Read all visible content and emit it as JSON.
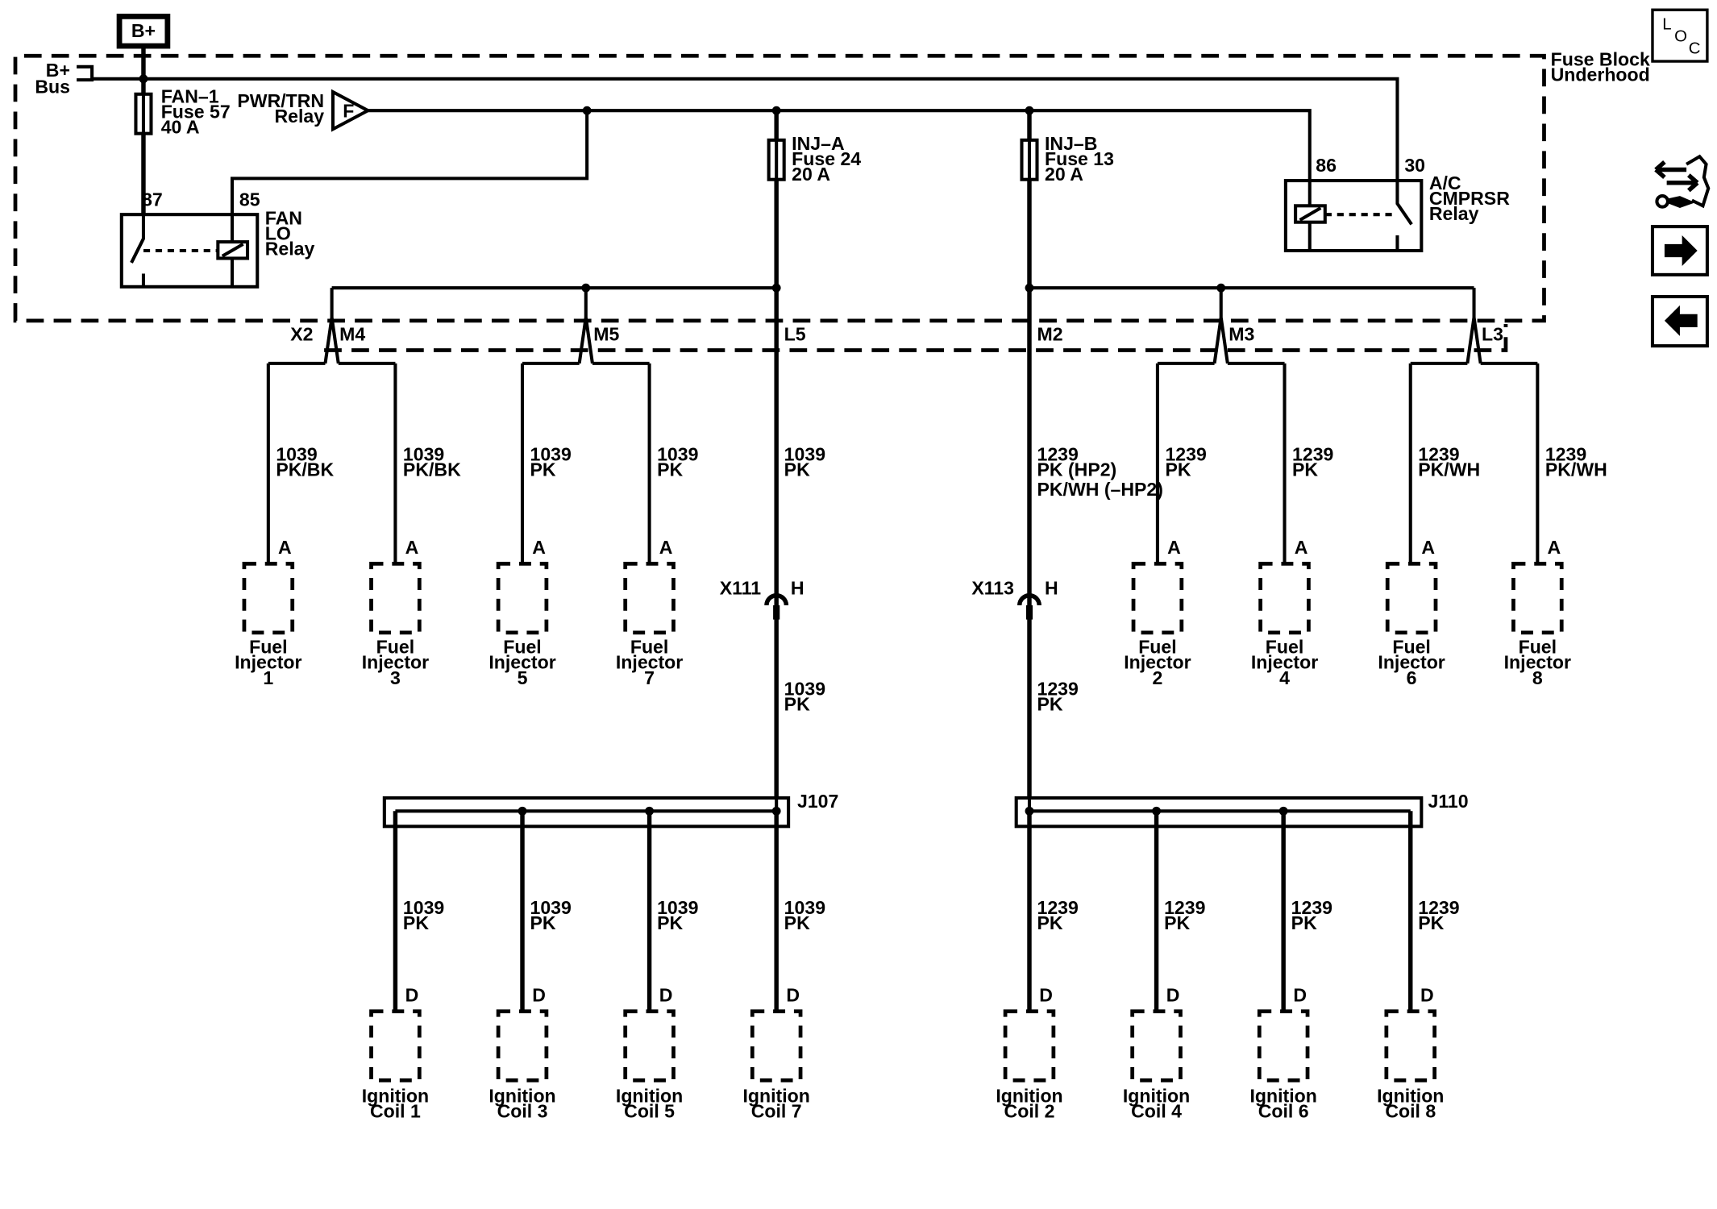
{
  "power": {
    "bplus": "B+",
    "bus_line1": "B+",
    "bus_line2": "Bus",
    "fuse_block_line1": "Fuse Block –",
    "fuse_block_line2": "Underhood"
  },
  "fuses": [
    {
      "line1": "FAN–1",
      "line2": "Fuse 57",
      "line3": "40 A"
    },
    {
      "line1": "INJ–A",
      "line2": "Fuse 24",
      "line3": "20 A"
    },
    {
      "line1": "INJ–B",
      "line2": "Fuse 13",
      "line3": "20 A"
    }
  ],
  "pwr_relay": {
    "line1": "PWR/TRN",
    "line2": "Relay",
    "symbol": "F"
  },
  "fan_relay": {
    "line1": "FAN",
    "line2": "LO",
    "line3": "Relay",
    "pin_a": "87",
    "pin_b": "85"
  },
  "ac_relay": {
    "line1": "A/C",
    "line2": "CMPRSR",
    "line3": "Relay",
    "pin_a": "86",
    "pin_b": "30"
  },
  "connectors": {
    "x2": "X2",
    "m4": "M4",
    "m5": "M5",
    "l5": "L5",
    "m2": "M2",
    "m3": "M3",
    "l3": "L3",
    "x111": "X111",
    "x111_pin": "H",
    "x113": "X113",
    "x113_pin": "H",
    "j107": "J107",
    "j110": "J110"
  },
  "injector_wires": [
    {
      "circuit": "1039",
      "color": "PK/BK"
    },
    {
      "circuit": "1039",
      "color": "PK/BK"
    },
    {
      "circuit": "1039",
      "color": "PK"
    },
    {
      "circuit": "1039",
      "color": "PK"
    },
    {
      "circuit": "1039",
      "color": "PK"
    },
    {
      "circuit": "1239",
      "color": "PK (HP2)",
      "color2": "PK/WH (–HP2)"
    },
    {
      "circuit": "1239",
      "color": "PK"
    },
    {
      "circuit": "1239",
      "color": "PK"
    },
    {
      "circuit": "1239",
      "color": "PK/WH"
    },
    {
      "circuit": "1239",
      "color": "PK/WH"
    }
  ],
  "splice_wires": [
    {
      "circuit": "1039",
      "color": "PK"
    },
    {
      "circuit": "1239",
      "color": "PK"
    }
  ],
  "injectors": [
    {
      "pin": "A",
      "line1": "Fuel",
      "line2": "Injector",
      "line3": "1"
    },
    {
      "pin": "A",
      "line1": "Fuel",
      "line2": "Injector",
      "line3": "3"
    },
    {
      "pin": "A",
      "line1": "Fuel",
      "line2": "Injector",
      "line3": "5"
    },
    {
      "pin": "A",
      "line1": "Fuel",
      "line2": "Injector",
      "line3": "7"
    },
    {
      "pin": "A",
      "line1": "Fuel",
      "line2": "Injector",
      "line3": "2"
    },
    {
      "pin": "A",
      "line1": "Fuel",
      "line2": "Injector",
      "line3": "4"
    },
    {
      "pin": "A",
      "line1": "Fuel",
      "line2": "Injector",
      "line3": "6"
    },
    {
      "pin": "A",
      "line1": "Fuel",
      "line2": "Injector",
      "line3": "8"
    }
  ],
  "coil_wires": [
    {
      "circuit": "1039",
      "color": "PK"
    },
    {
      "circuit": "1039",
      "color": "PK"
    },
    {
      "circuit": "1039",
      "color": "PK"
    },
    {
      "circuit": "1039",
      "color": "PK"
    },
    {
      "circuit": "1239",
      "color": "PK"
    },
    {
      "circuit": "1239",
      "color": "PK"
    },
    {
      "circuit": "1239",
      "color": "PK"
    },
    {
      "circuit": "1239",
      "color": "PK"
    }
  ],
  "coils": [
    {
      "pin": "D",
      "line1": "Ignition",
      "line2": "Coil 1"
    },
    {
      "pin": "D",
      "line1": "Ignition",
      "line2": "Coil 3"
    },
    {
      "pin": "D",
      "line1": "Ignition",
      "line2": "Coil 5"
    },
    {
      "pin": "D",
      "line1": "Ignition",
      "line2": "Coil 7"
    },
    {
      "pin": "D",
      "line1": "Ignition",
      "line2": "Coil 2"
    },
    {
      "pin": "D",
      "line1": "Ignition",
      "line2": "Coil 4"
    },
    {
      "pin": "D",
      "line1": "Ignition",
      "line2": "Coil 6"
    },
    {
      "pin": "D",
      "line1": "Ignition",
      "line2": "Coil 8"
    }
  ],
  "nav": {
    "loc_l": "L",
    "loc_o": "O",
    "loc_c": "C",
    "icons": [
      "connector-tools-icon",
      "arrow-right-icon",
      "arrow-left-icon"
    ]
  }
}
